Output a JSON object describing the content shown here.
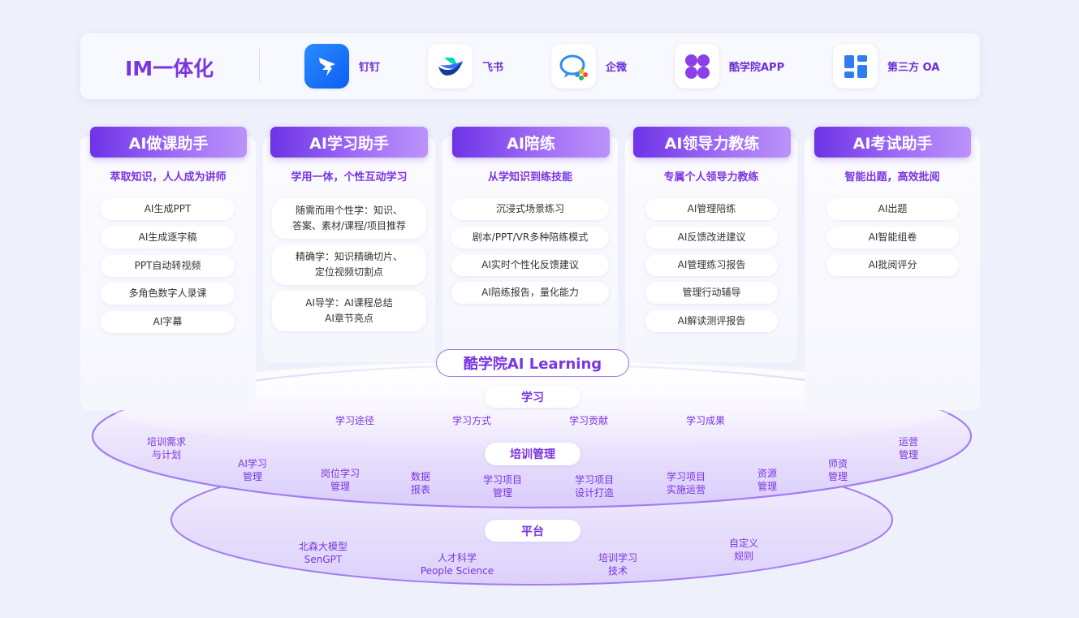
{
  "im": {
    "title": "IM一体化",
    "apps": [
      {
        "name": "钉钉",
        "icon": "dingtalk-icon"
      },
      {
        "name": "飞书",
        "icon": "feishu-icon"
      },
      {
        "name": "企微",
        "icon": "wecom-icon"
      },
      {
        "name": "酷学院APP",
        "icon": "kuxueyuan-app-icon"
      },
      {
        "name": "第三方 OA",
        "icon": "third-party-oa-icon"
      }
    ]
  },
  "assistants": [
    {
      "title": "AI做课助手",
      "subtitle": "萃取知识，人人成为讲师",
      "items": [
        "AI生成PPT",
        "AI生成逐字稿",
        "PPT自动转视频",
        "多角色数字人录课",
        "AI字幕"
      ]
    },
    {
      "title": "AI学习助手",
      "subtitle": "学用一体，个性互动学习",
      "items": [
        "随需而用个性学：知识、\n答案、素材/课程/项目推荐",
        "精确学：知识精确切片、\n定位视频切割点",
        "AI导学：AI课程总结\nAI章节亮点"
      ]
    },
    {
      "title": "AI陪练",
      "subtitle": "从学知识到练技能",
      "items": [
        "沉浸式场景练习",
        "剧本/PPT/VR多种陪练模式",
        "AI实时个性化反馈建议",
        "AI陪练报告，量化能力"
      ]
    },
    {
      "title": "AI领导力教练",
      "subtitle": "专属个人领导力教练",
      "items": [
        "AI管理陪练",
        "AI反馈改进建议",
        "AI管理练习报告",
        "管理行动辅导",
        "AI解读测评报告"
      ]
    },
    {
      "title": "AI考试助手",
      "subtitle": "智能出题，高效批阅",
      "items": [
        "AI出题",
        "AI智能组卷",
        "AI批阅评分"
      ]
    }
  ],
  "center": {
    "title": "酷学院AI Learning"
  },
  "learning": {
    "title": "学习",
    "items": [
      "学习途径",
      "学习方式",
      "学习贡献",
      "学习成果"
    ]
  },
  "training": {
    "title": "培训管理",
    "items": [
      "培训需求\n与计划",
      "AI学习\n管理",
      "岗位学习\n管理",
      "数据\n报表",
      "学习项目\n管理",
      "学习项目\n设计打造",
      "学习项目\n实施运营",
      "资源\n管理",
      "师资\n管理",
      "运营\n管理"
    ]
  },
  "platform": {
    "title": "平台",
    "items": [
      "北森大模型\nSenGPT",
      "人才科学\nPeople Science",
      "培训学习\n技术",
      "自定义\n规则"
    ]
  },
  "colors": {
    "accent": "#7a35e2",
    "banner_start": "#6d33e6",
    "banner_end": "#bb93fa",
    "background": "#eef0fb"
  }
}
